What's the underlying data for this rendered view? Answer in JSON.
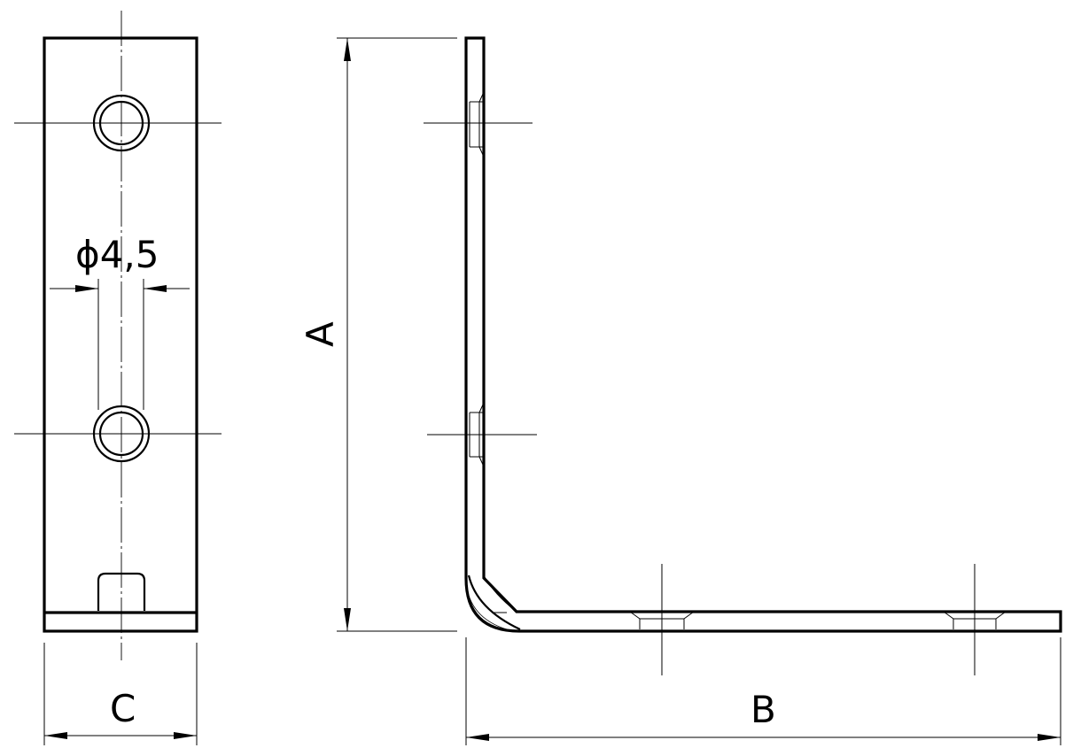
{
  "labels": {
    "hole_diameter": "ϕ4,5",
    "dim_a": "A",
    "dim_b": "B",
    "dim_c": "C"
  }
}
